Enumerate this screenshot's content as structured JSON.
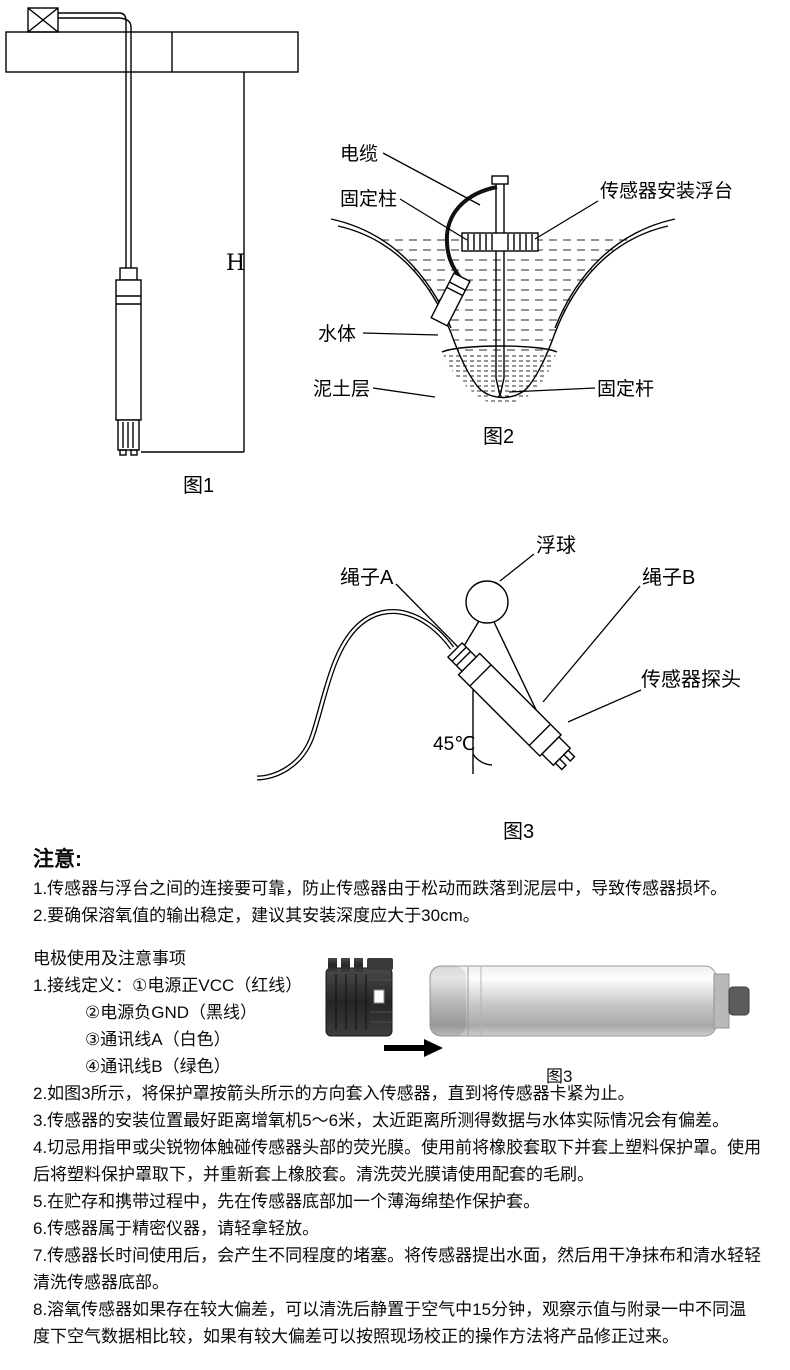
{
  "colors": {
    "line": "#000000",
    "cable_black": "#111111",
    "cap_dark": "#2b2b2b",
    "sensor_gray": "#c6c6c6"
  },
  "figure1": {
    "h_label": "H",
    "caption": "图1"
  },
  "figure2": {
    "caption": "图2",
    "labels": {
      "cable": "电缆",
      "fixing_post": "固定柱",
      "mounting_float": "传感器安装浮台",
      "water_body": "水体",
      "mud_layer": "泥土层",
      "fixing_rod": "固定杆"
    }
  },
  "figure3": {
    "caption": "图3",
    "labels": {
      "float_ball": "浮球",
      "rope_a": "绳子A",
      "rope_b": "绳子B",
      "angle": "45℃",
      "sensor_probe": "传感器探头"
    }
  },
  "notice": {
    "title": "注意:",
    "items": [
      "1.传感器与浮台之间的连接要可靠，防止传感器由于松动而跌落到泥层中，导致传感器损坏。",
      "2.要确保溶氧值的输出稳定，建议其安装深度应大于30cm。"
    ]
  },
  "electrode": {
    "title": "电极使用及注意事项",
    "wiring_intro": "1.接线定义：①电源正VCC（红线）",
    "wiring_lines": [
      "②电源负GND（黑线）",
      "③通讯线A（白色）",
      "④通讯线B（绿色）"
    ],
    "figure_caption": "图3",
    "items": [
      "2.如图3所示，将保护罩按箭头所示的方向套入传感器，直到将传感器卡紧为止。",
      "3.传感器的安装位置最好距离增氧机5～6米，太近距离所测得数据与水体实际情况会有偏差。",
      "4.切忌用指甲或尖锐物体触碰传感器头部的荧光膜。使用前将橡胶套取下并套上塑料保护罩。使用后将塑料保护罩取下，并重新套上橡胶套。清洗荧光膜请使用配套的毛刷。",
      "5.在贮存和携带过程中，先在传感器底部加一个薄海绵垫作保护套。",
      "6.传感器属于精密仪器，请轻拿轻放。",
      "7.传感器长时间使用后，会产生不同程度的堵塞。将传感器提出水面，然后用干净抹布和清水轻轻清洗传感器底部。",
      "8.溶氧传感器如果存在较大偏差，可以清洗后静置于空气中15分钟，观察示值与附录一中不同温度下空气数据相比较，如果有较大偏差可以按照现场校正的操作方法将产品修正过来。"
    ]
  }
}
